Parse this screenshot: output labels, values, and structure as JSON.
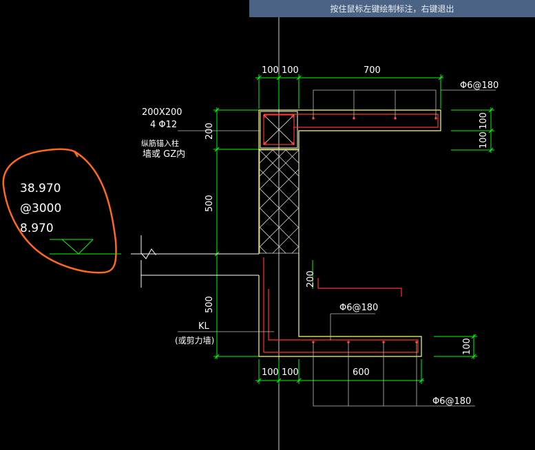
{
  "status_prompt": "按住鼠标左键绘制标注，右键退出",
  "elevation": {
    "top": "38.970",
    "spacing": "@3000",
    "bottom": "8.970"
  },
  "column_note": {
    "size": "200X200",
    "rebar": "4 Φ12",
    "anchor_line1": "纵筋锚入柱",
    "anchor_line2": "墙或 GZ内"
  },
  "beam_note": {
    "name": "KL",
    "alt": "(或剪力墙)"
  },
  "dimensions": {
    "top_100_a": "100",
    "top_100_b": "100",
    "top_700": "700",
    "left_200": "200",
    "left_500_upper": "500",
    "left_500_lower": "500",
    "right_100_upper": "100",
    "right_100_lower": "100",
    "mid_200": "200",
    "right_100_bottom": "100",
    "bottom_100_a": "100",
    "bottom_100_b": "100",
    "bottom_600": "600"
  },
  "rebar_labels": {
    "top": "Φ6@180",
    "middle": "Φ6@180",
    "bottom": "Φ6@180"
  },
  "colors": {
    "background": "#000000",
    "dimension": "#00ff00",
    "outline": "#ffff66",
    "rebar": "#ff3333",
    "leader": "#ffffff",
    "markup": "#ff6a1a",
    "prompt_bg": "#4b6384"
  }
}
